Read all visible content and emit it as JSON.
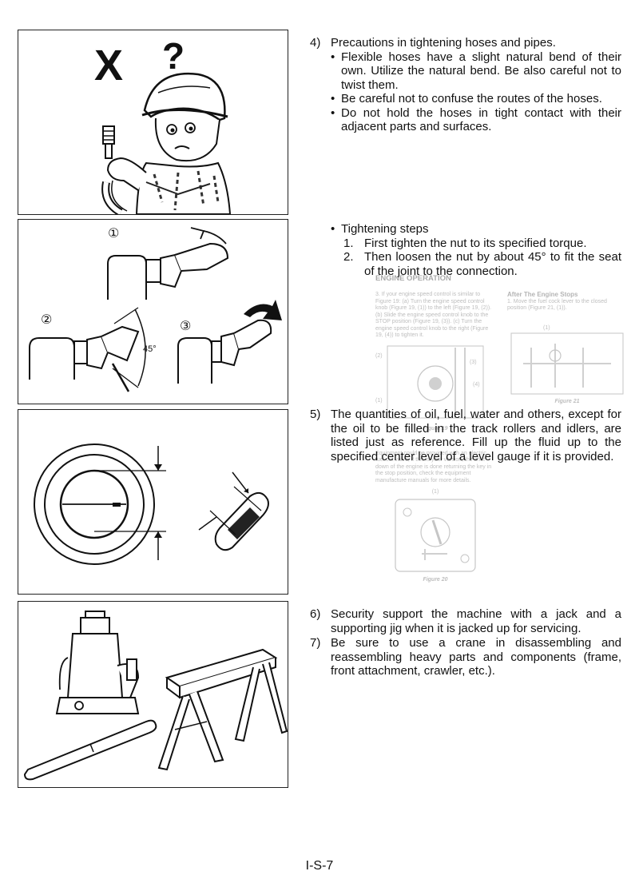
{
  "item4": {
    "num": "4)",
    "title": "Precautions in tightening hoses and pipes.",
    "bullets": [
      "Flexible hoses have a slight natural bend of their own. Utilize the natural bend. Be also careful not to twist them.",
      "Be careful not to confuse the routes of the hoses.",
      "Do not hold the hoses in tight contact with their adjacent parts and surfaces."
    ]
  },
  "tightening": {
    "title": "Tightening steps",
    "steps": [
      {
        "num": "1.",
        "text": "First tighten the nut to its specified torque."
      },
      {
        "num": "2.",
        "text": "Then loosen the nut by about 45° to fit the seat of the joint to the connection."
      }
    ]
  },
  "item5": {
    "num": "5)",
    "text": "The quantities of oil, fuel, water and others, except for the oil to be filled in the track rollers and idlers, are listed just as reference. Fill up the fluid up to the specified center level of a level gauge if it is provided."
  },
  "item6": {
    "num": "6)",
    "text": "Security support the machine with a jack and a supporting jig when it is jacked up for servicing."
  },
  "item7": {
    "num": "7)",
    "text": "Be sure to use a crane in disassembling and reassembling heavy parts and components (frame, front attachment, crawler, etc.)."
  },
  "figure_labels": {
    "x_mark": "X",
    "question_mark": "?",
    "step1": "①",
    "step2": "②",
    "step3": "③",
    "angle": "45°"
  },
  "overlay": {
    "heading": "ENGINE OPERATION",
    "left_text": "3. If your engine speed control is similar to Figure 19: (a) Turn the engine speed control knob (Figure 19, (1)) to the left (Figure 19, (2)). (b) Slide the engine speed control knob to the STOP position (Figure 19, (3)). (c) Turn the engine speed control knob to the right (Figure 19, (4)) to tighten it.",
    "left_callouts": [
      "(2)",
      "(3)",
      "(4)",
      "(1)"
    ],
    "figure19": "Figure 19",
    "left_text2": "Equipment could be provided with an electric fuel cut valve, if this is your version, the shut down of the engine is done returning the key in the stop position, check the equipment manufacture manuals for more details.",
    "figure20_callout": "(1)",
    "figure20": "Figure 20",
    "right_heading": "After The Engine Stops",
    "right_text": "1. Move the fuel cock lever to the closed position (Figure 21, (1)).",
    "figure21_callout": "(1)",
    "figure21": "Figure 21"
  },
  "footer": {
    "page": "I-S-7"
  }
}
